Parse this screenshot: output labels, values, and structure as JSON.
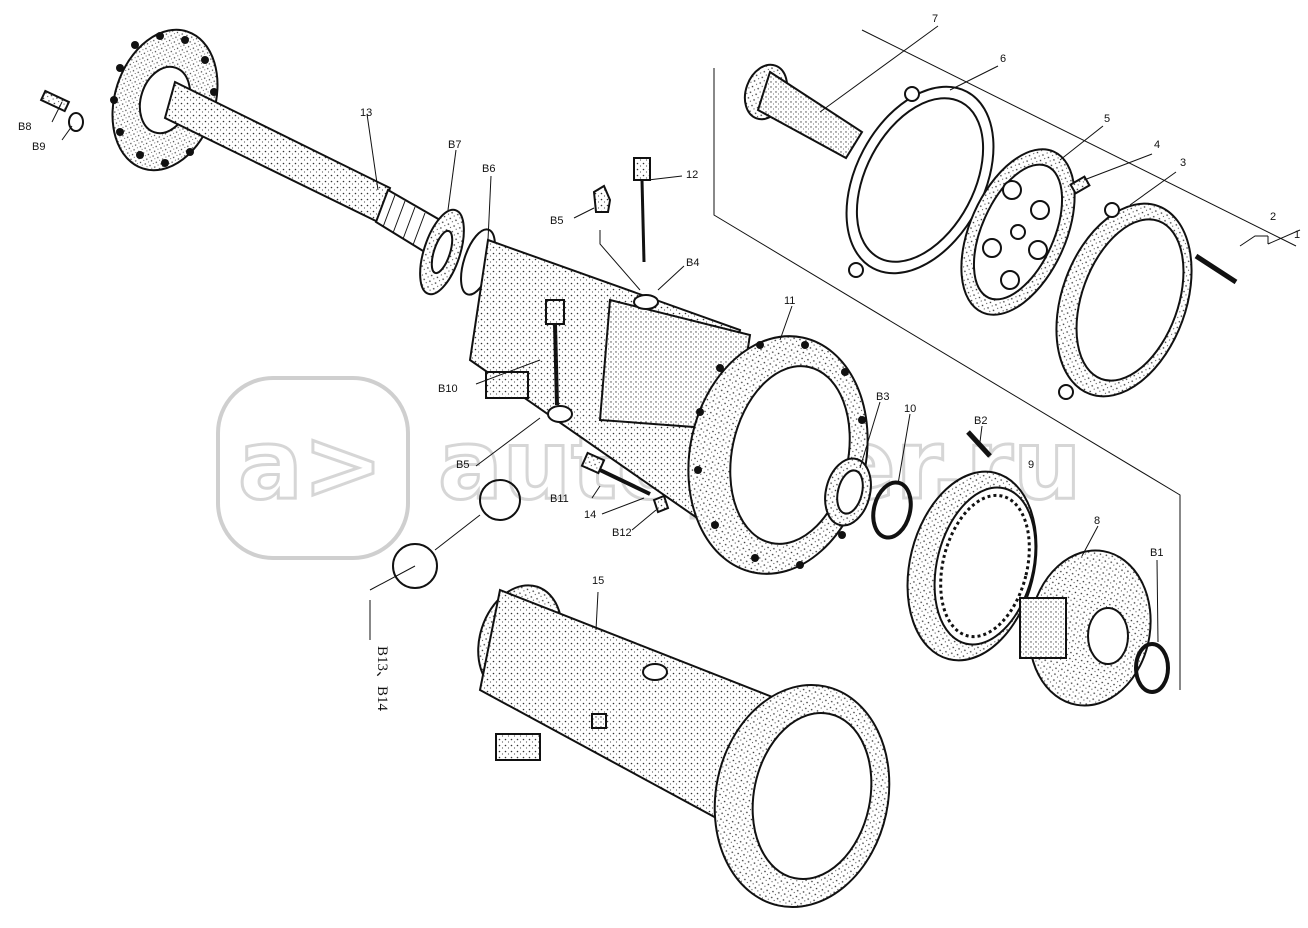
{
  "watermark": {
    "logo_mark": "a>",
    "site": "autopiter.ru"
  },
  "labels": {
    "p1": "1",
    "p2": "2",
    "p3": "3",
    "p4": "4",
    "p5": "5",
    "p6": "6",
    "p7": "7",
    "p8": "8",
    "p9": "9",
    "p10": "10",
    "p11": "11",
    "p12": "12",
    "p13": "13",
    "p14": "14",
    "p15": "15",
    "b1": "B1",
    "b2": "B2",
    "b3": "B3",
    "b4": "B4",
    "b5": "B5",
    "b5b": "B5",
    "b6": "B6",
    "b7": "B7",
    "b8": "B8",
    "b9": "B9",
    "b10": "B10",
    "b11": "B11",
    "b12": "B12",
    "b13_14": "B13、B14"
  }
}
